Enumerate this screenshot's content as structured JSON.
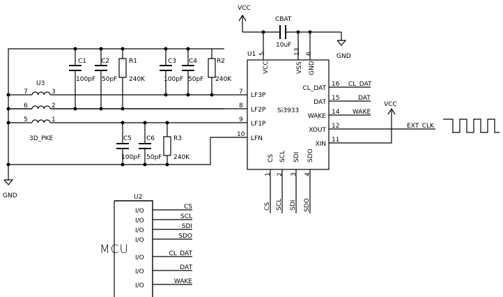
{
  "power": {
    "vcc_top": "VCC",
    "vcc_right": "VCC",
    "gnd_top": "GND",
    "gnd_left": "GND"
  },
  "cbat": {
    "ref": "CBAT",
    "value": "10uF"
  },
  "capacitors": [
    {
      "ref": "C1",
      "value": "100pF"
    },
    {
      "ref": "C2",
      "value": "50pF"
    },
    {
      "ref": "C3",
      "value": "100pF"
    },
    {
      "ref": "C4",
      "value": "50pF"
    },
    {
      "ref": "C5",
      "value": "100pF"
    },
    {
      "ref": "C6",
      "value": "50pF"
    }
  ],
  "resistors": [
    {
      "ref": "R1",
      "value": "240K"
    },
    {
      "ref": "R2",
      "value": "240K"
    },
    {
      "ref": "R3",
      "value": "240K"
    }
  ],
  "coil": {
    "ref": "U3",
    "part": "3D_PKE",
    "pins": [
      "7",
      "3",
      "6",
      "2",
      "5",
      "1"
    ]
  },
  "u1": {
    "ref": "U1",
    "part": "Si3933",
    "top_pins": [
      {
        "num": "5",
        "name": "VCC"
      },
      {
        "num": "13",
        "name": "VSS"
      },
      {
        "num": "6",
        "name": "GND"
      }
    ],
    "left_pins": [
      {
        "num": "7",
        "name": "LF3P"
      },
      {
        "num": "8",
        "name": "LF2P"
      },
      {
        "num": "9",
        "name": "LF1P"
      },
      {
        "num": "10",
        "name": "LFN"
      }
    ],
    "right_pins": [
      {
        "num": "16",
        "name": "CL_DAT",
        "net": "CL_DAT"
      },
      {
        "num": "15",
        "name": "DAT",
        "net": "DAT"
      },
      {
        "num": "14",
        "name": "WAKE",
        "net": "WAKE"
      },
      {
        "num": "12",
        "name": "XOUT",
        "net": "EXT_CLK"
      },
      {
        "num": "11",
        "name": "XIN",
        "net": ""
      }
    ],
    "bottom_pins": [
      {
        "num": "1",
        "name": "CS",
        "net": "CS"
      },
      {
        "num": "2",
        "name": "SCL",
        "net": "SCL"
      },
      {
        "num": "3",
        "name": "SDI",
        "net": "SDI"
      },
      {
        "num": "4",
        "name": "SDO",
        "net": "SDO"
      }
    ]
  },
  "u2": {
    "ref": "U2",
    "label": "MCU",
    "pins": [
      {
        "name": "I/O",
        "net": "CS"
      },
      {
        "name": "I/O",
        "net": "SCL"
      },
      {
        "name": "I/O",
        "net": "SDI"
      },
      {
        "name": "I/O",
        "net": "SDO"
      },
      {
        "name": "I/O",
        "net": "CL_DAT"
      },
      {
        "name": "I/O",
        "net": "DAT"
      },
      {
        "name": "I/O",
        "net": "WAKE"
      }
    ]
  }
}
